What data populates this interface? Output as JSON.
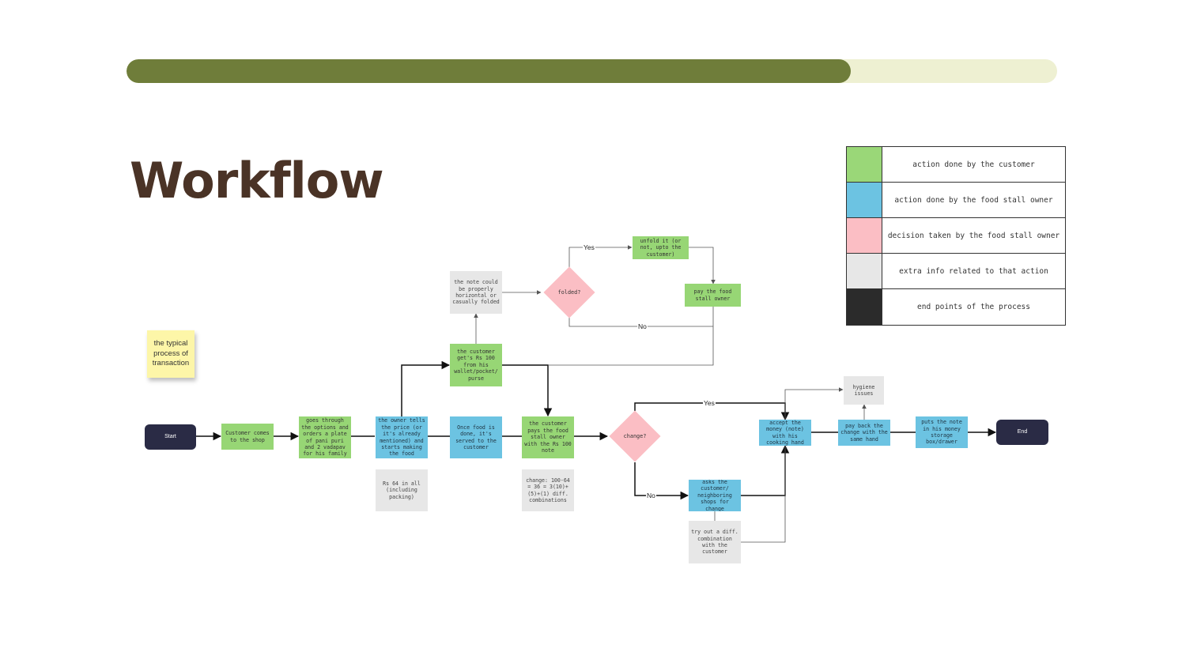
{
  "progress": {
    "value": 0.778,
    "fill_color": "#6f7d3a",
    "track_color": "#eef0d2"
  },
  "title": "Workflow",
  "sticky_note": "the typical process of transaction",
  "legend": [
    {
      "color": "#9ad778",
      "label": "action done by the customer"
    },
    {
      "color": "#6cc3e2",
      "label": "action done by the food stall owner"
    },
    {
      "color": "#fbbec4",
      "label": "decision taken by the food stall owner"
    },
    {
      "color": "#e7e7e7",
      "label": "extra info related to that action"
    },
    {
      "color": "#2b2b2b",
      "label": "end points of the process"
    }
  ],
  "nodes": {
    "start": "Start",
    "customer_comes": "Customer comes to the shop",
    "goes_through_options": "goes through the options and orders a plate of pani puri and 2 vadapav for his family",
    "owner_tells_price": "the owner tells the price (or it's already mentioned) and starts making the food",
    "price_note": "Rs 64 in all (including packing)",
    "food_served": "Once food is done, it's served to the customer",
    "customer_gets_note": "the customer get's Rs 100 from his wallet/pocket/ purse",
    "note_fold_info": "the note could be properly horizontal or casually folded",
    "folded_decision": "folded?",
    "unfold": "unfold it (or not, upto the customer)",
    "pay_owner": "pay the food stall owner",
    "customer_pays": "the customer pays the food stall owner with the Rs 100 note",
    "change_calc": "change: 100-64 = 36 = 3(10)+(5)+(1) diff. combinations",
    "change_decision": "change?",
    "asks_for_change": "asks the customer/ neighboring shops for change",
    "try_combination": "try out a diff. combination with the customer",
    "accept_money": "accept the money (note) with his cooking hand",
    "hygiene": "hygiene issues",
    "pay_back_change": "pay back the change with the same hand",
    "puts_note": "puts the note in his money storage box/drawer",
    "end": "End"
  },
  "edge_labels": {
    "folded_yes": "Yes",
    "folded_no": "No",
    "change_yes": "Yes",
    "change_no": "No"
  }
}
